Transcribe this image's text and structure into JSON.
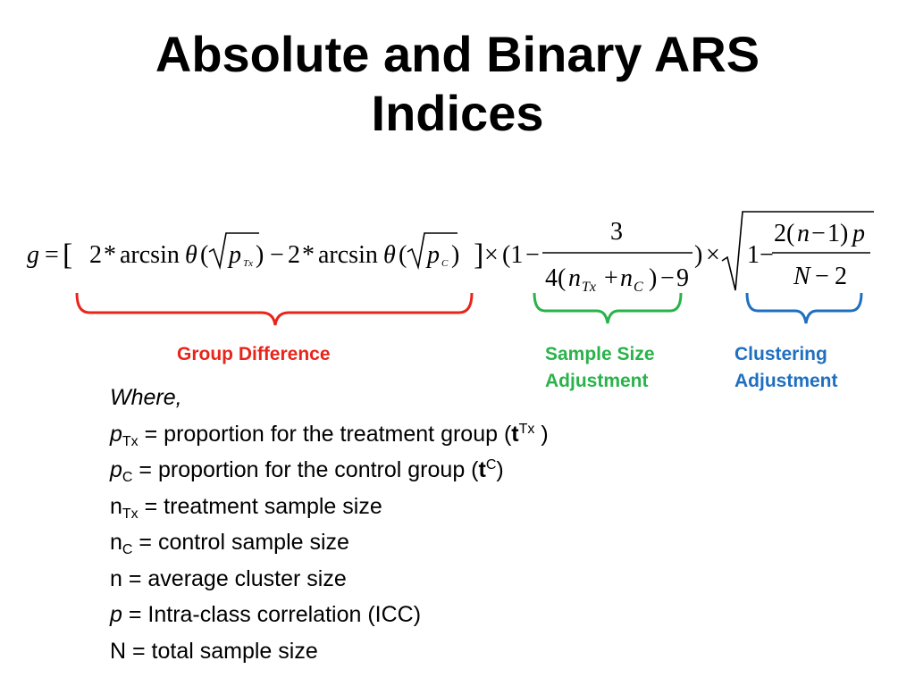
{
  "slide": {
    "title_line1": "Absolute and Binary ARS",
    "title_line2": "Indices"
  },
  "formula": {
    "g": "g",
    "eq": "=",
    "lbracket": "[",
    "two_a": "2",
    "star_a": "*",
    "arcsin_a": "arcsin",
    "theta_a": "θ",
    "paren_a": "(",
    "p_tx": "p",
    "tx_sub": "Tx",
    "close_a": ")",
    "minus": "−",
    "two_b": "2",
    "star_b": "*",
    "arcsin_b": "arcsin",
    "theta_b": "θ",
    "paren_b": "(",
    "p_c": "p",
    "c_sub": "C",
    "close_b": ")",
    "rbracket": "]",
    "times_a": "×",
    "open_one": "(1",
    "minus_b": "−",
    "num_three": "3",
    "den_four": "4(",
    "n_tx": "n",
    "n_tx_sub": "Tx",
    "plus": "+",
    "n_c": "n",
    "n_c_sub": "C",
    "den_close": ")",
    "minus_nine": "−",
    "nine": "9",
    "close_frac": ")",
    "times_b": "×",
    "one": "1",
    "minus_c": "−",
    "icc_num_a": "2(",
    "icc_n": "n",
    "icc_minus": "−",
    "icc_one": "1)",
    "icc_p": "p",
    "icc_N": "N",
    "icc_minus2": "−",
    "icc_two": "2"
  },
  "labels": {
    "group_difference": "Group Difference",
    "sample_size_line1": "Sample Size",
    "sample_size_line2": "Adjustment",
    "clustering_line1": "Clustering",
    "clustering_line2": "Adjustment"
  },
  "colors": {
    "group": "#e8251b",
    "sample": "#29b34a",
    "cluster": "#1f6fc0"
  },
  "definitions": {
    "where": "Where,",
    "ptx_p": "p",
    "ptx_sub": "Tx",
    "ptx_text": " = proportion for the treatment group (",
    "ptx_t": "t",
    "ptx_sup": "Tx",
    "ptx_close": " )",
    "pc_p": "p",
    "pc_sub": "C",
    "pc_text": " = proportion for the control group (",
    "pc_t": "t",
    "pc_sup": "C",
    "pc_close": ")",
    "ntx_n": "n",
    "ntx_sub": "Tx",
    "ntx_text": " = treatment sample size",
    "nc_n": "n",
    "nc_sub": "C",
    "nc_text": " = control sample size",
    "n_line": "n = average cluster size",
    "icc_p": "p",
    "icc_text": " = Intra-class correlation (ICC)",
    "N_line": "N = total sample size"
  }
}
